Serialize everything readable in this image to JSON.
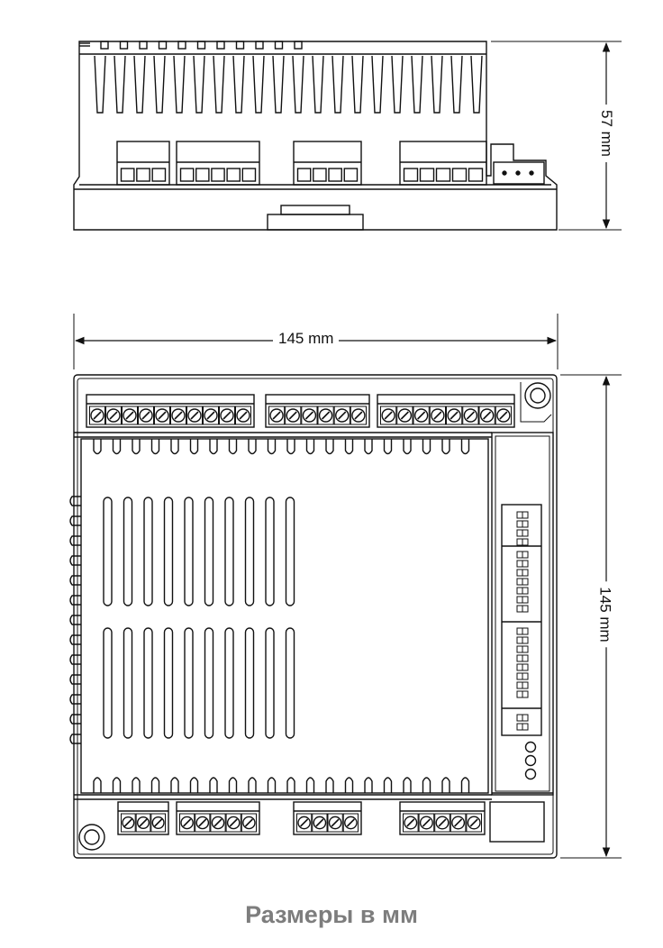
{
  "side_view": {
    "height_label": "57 mm"
  },
  "top_view": {
    "width_label": "145 mm",
    "height_label": "145 mm"
  },
  "caption": "Размеры в мм"
}
